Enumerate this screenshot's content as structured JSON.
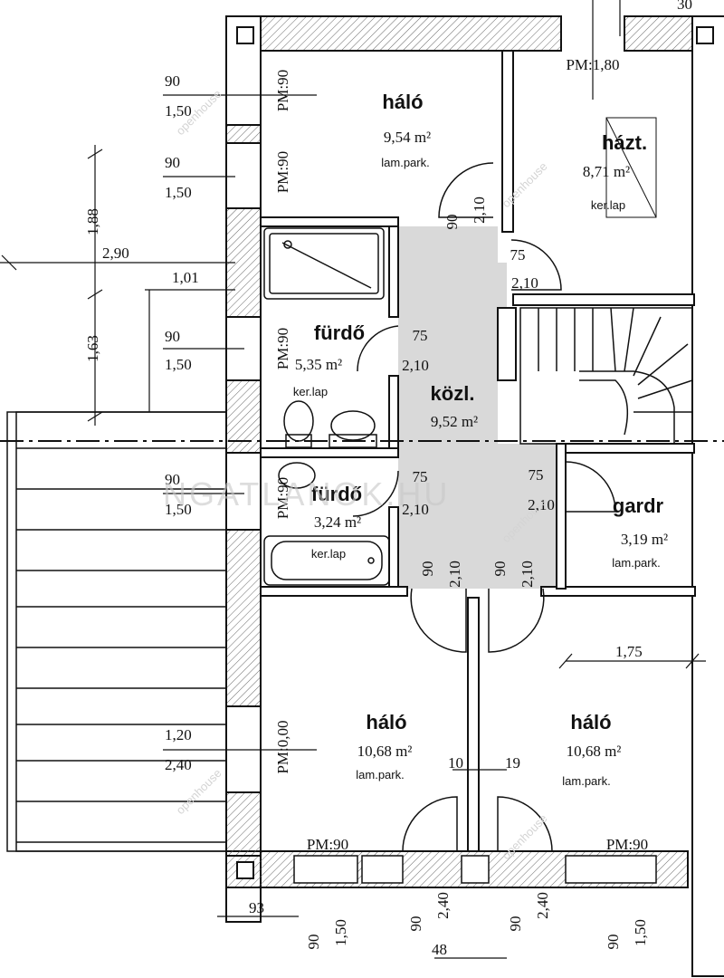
{
  "rooms": {
    "halo_top": {
      "name": "háló",
      "area": "9,54 m²",
      "floor": "lam.park."
    },
    "hazt": {
      "name": "házt.",
      "area": "8,71 m²",
      "floor": "ker.lap"
    },
    "furdo1": {
      "name": "fürdő",
      "area": "5,35 m²",
      "floor": "ker.lap"
    },
    "kozl": {
      "name": "közl.",
      "area": "9,52 m²"
    },
    "furdo2": {
      "name": "fürdő",
      "area": "3,24 m²",
      "floor": "ker.lap"
    },
    "gardr": {
      "name": "gardr",
      "area": "3,19 m²",
      "floor": "lam.park."
    },
    "halo_left": {
      "name": "háló",
      "area": "10,68 m²",
      "floor": "lam.park."
    },
    "halo_right": {
      "name": "háló",
      "area": "10,68 m²",
      "floor": "lam.park."
    }
  },
  "windows": {
    "w1": {
      "width": "90",
      "height": "1,50",
      "sill": "PM:90"
    },
    "w2": {
      "width": "90",
      "height": "1,50",
      "sill": "PM:90"
    },
    "w3": {
      "width": "90",
      "height": "1,50",
      "sill": "PM:90"
    },
    "w4": {
      "width": "90",
      "height": "1,50",
      "sill": "PM:90"
    },
    "w5": {
      "width": "1,20",
      "height": "2,40",
      "sill": "PM:0,00"
    },
    "top_right_sill": "PM:1,80",
    "bottom_left_sill": "PM:90",
    "bottom_right_sill": "PM:90"
  },
  "doors": {
    "d_halo": {
      "w": "90",
      "h": "2,10"
    },
    "d_hazt": {
      "w": "75",
      "h": "2,10"
    },
    "d_furdo1": {
      "w": "75",
      "h": "2,10"
    },
    "d_furdo2": {
      "w": "75",
      "h": "2,10"
    },
    "d_gardr": {
      "w": "75",
      "h": "2,10"
    },
    "d_halo_l": {
      "w": "90",
      "h": "2,10"
    },
    "d_halo_r": {
      "w": "90",
      "h": "2,10"
    },
    "d_balcony": {
      "w": "90",
      "h": "2,40"
    },
    "d_balcony2": {
      "w": "90",
      "h": "2,40"
    }
  },
  "dimensions": {
    "top_right": "30",
    "vert_1": "1,88",
    "vert_2": "2,90",
    "vert_3": "1,63",
    "horiz_101": "1,01",
    "horiz_175": "1,75",
    "wall_10": "10",
    "wall_19": "19",
    "bottom_93": "93",
    "bottom_48": "48",
    "bottom_90a": "90",
    "bottom_150a": "1,50",
    "bottom_90b": "90",
    "bottom_150b": "1,50"
  },
  "watermark": {
    "main": "NGATLANOK.HU",
    "brand": "openhouse"
  },
  "colors": {
    "wall": "#ffffff",
    "line": "#111111",
    "corridor": "#d9d9d9",
    "hatch": "#555555"
  }
}
